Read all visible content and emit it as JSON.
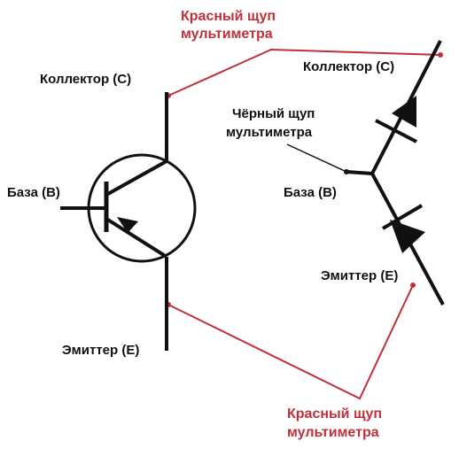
{
  "colors": {
    "ink": "#111111",
    "probe_red": "#c0303a"
  },
  "labels": {
    "red_probe_top_line1": "Красный щуп",
    "red_probe_top_line2": "мультиметра",
    "red_probe_bottom_line1": "Красный щуп",
    "red_probe_bottom_line2": "мультиметра",
    "black_probe_line1": "Чёрный щуп",
    "black_probe_line2": "мультиметра",
    "collector_left": "Коллектор (С)",
    "base_left": "База (В)",
    "emitter_left": "Эмиттер (Е)",
    "collector_right": "Коллектор (С)",
    "base_right": "База (В)",
    "emitter_right": "Эмиттер (Е)"
  }
}
